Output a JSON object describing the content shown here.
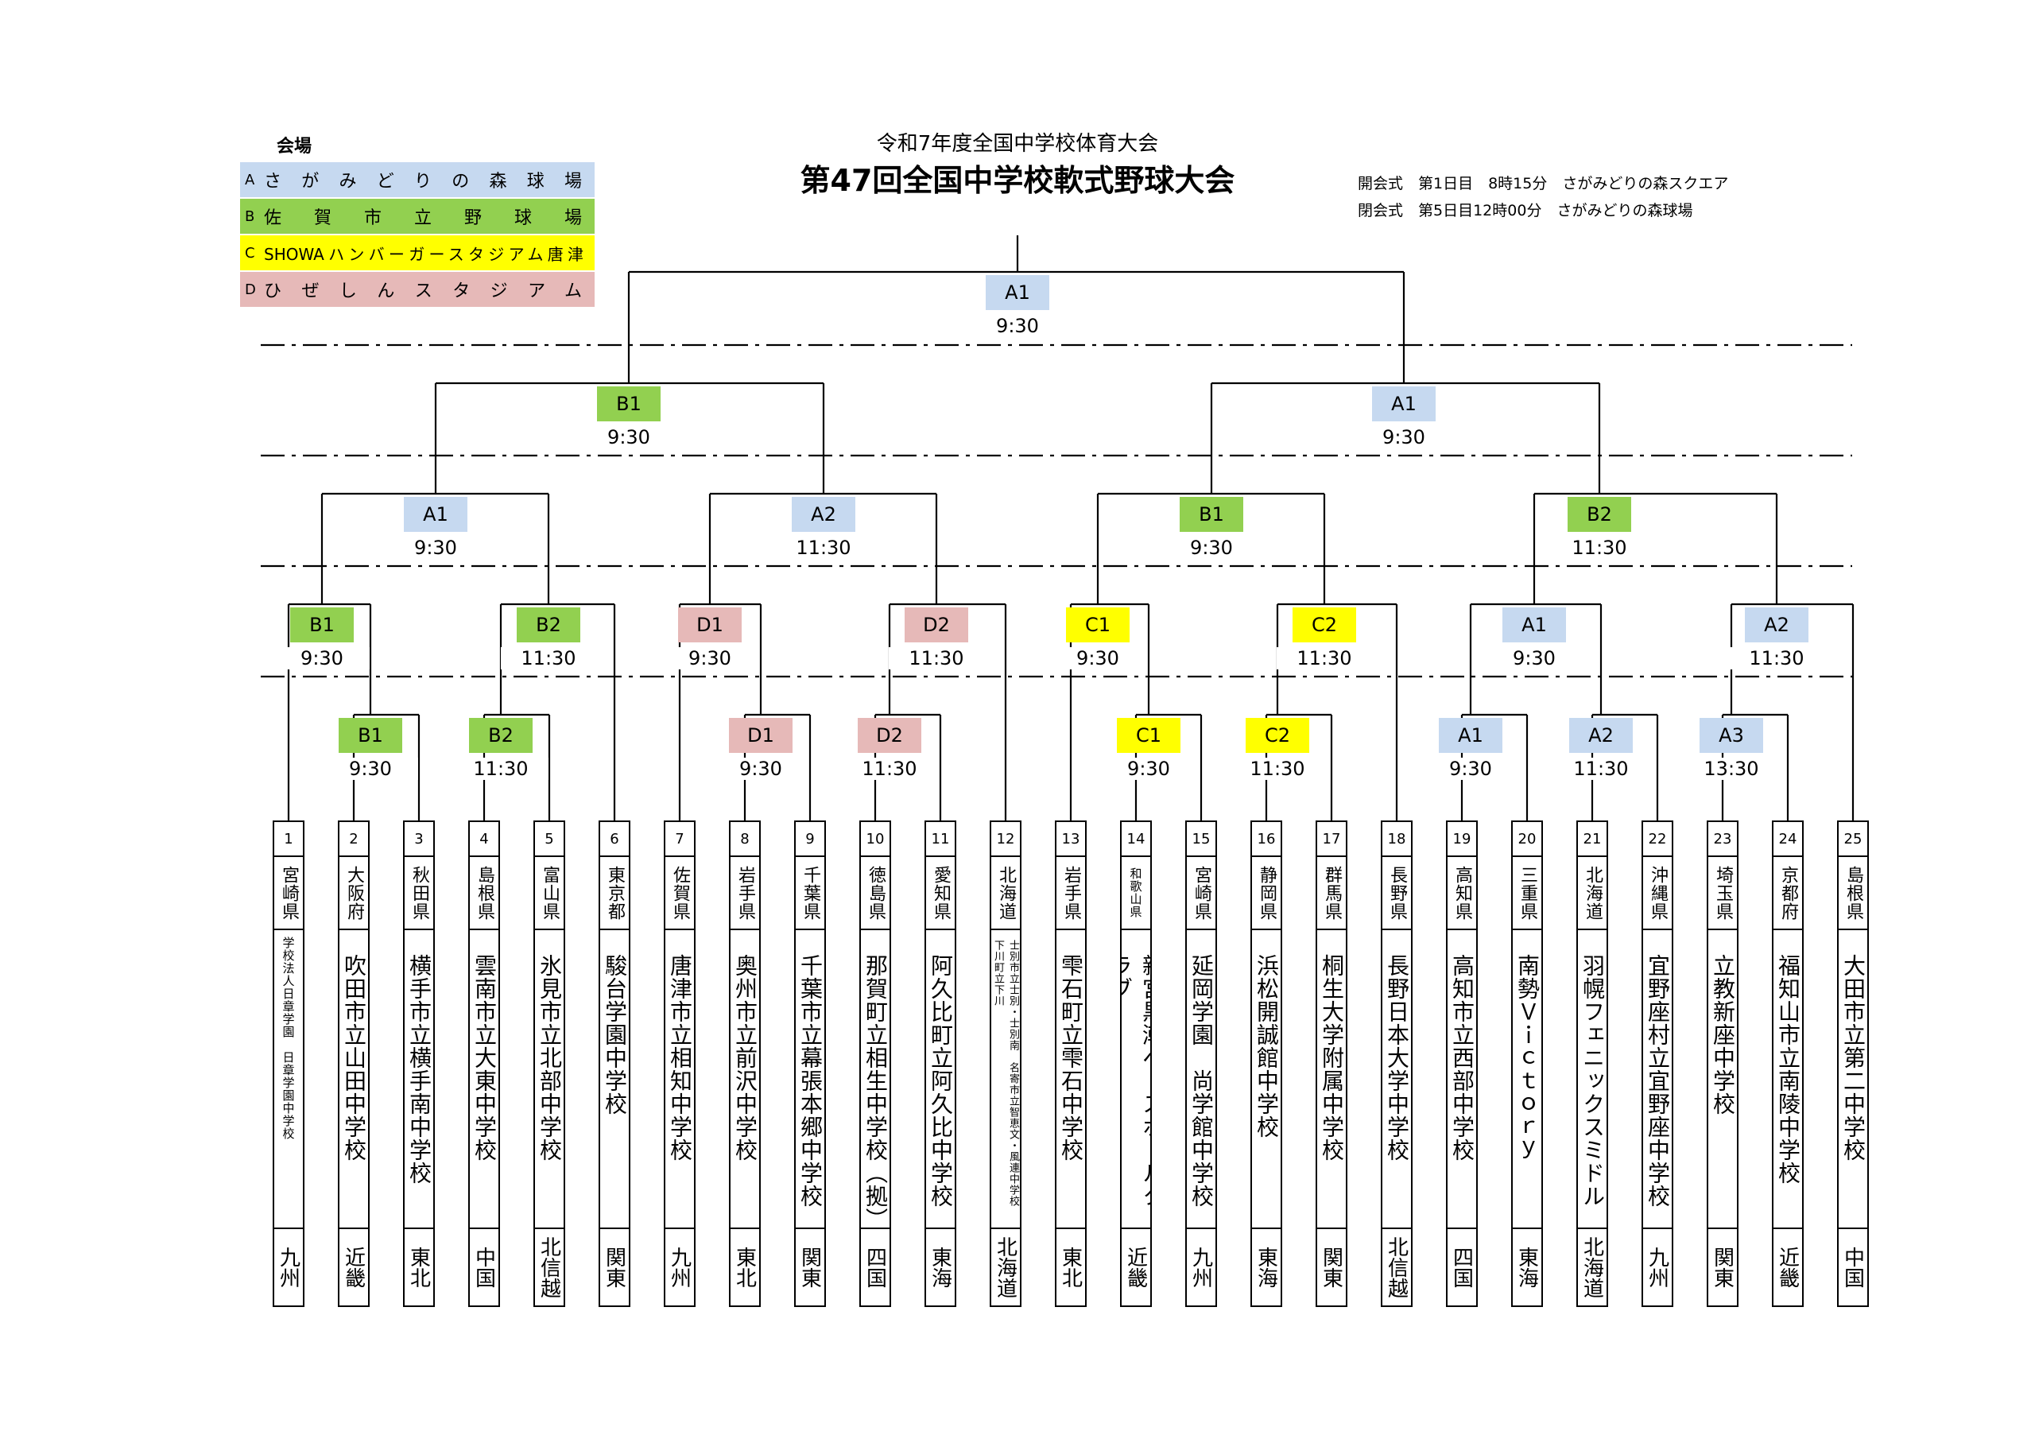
{
  "title": {
    "subtitle": "令和7年度全国中学校体育大会",
    "main": "第47回全国中学校軟式野球大会"
  },
  "info": [
    "開会式　第1日目　8時15分　さがみどりの森スクエア",
    "閉会式　第5日目12時00分　さがみどりの森球場"
  ],
  "legend": {
    "heading": "会場",
    "items": [
      {
        "letter": "A",
        "name": "さがみどりの森球場",
        "color": "#c6d9f0"
      },
      {
        "letter": "B",
        "name": "佐賀市立野球場",
        "color": "#92d050"
      },
      {
        "letter": "C",
        "name": "SHOWAハンバーガースタジアム唐津",
        "color": "#ffff00"
      },
      {
        "letter": "D",
        "name": "ひぜしんスタジアム",
        "color": "#e6b9b8"
      }
    ]
  },
  "games": [
    {
      "id": "final",
      "venue": "A1",
      "time": "9:30"
    },
    {
      "id": "sf1",
      "venue": "B1",
      "time": "9:30"
    },
    {
      "id": "sf2",
      "venue": "A1",
      "time": "9:30"
    },
    {
      "id": "qf1",
      "venue": "A1",
      "time": "9:30"
    },
    {
      "id": "qf2",
      "venue": "A2",
      "time": "11:30"
    },
    {
      "id": "qf3",
      "venue": "B1",
      "time": "9:30"
    },
    {
      "id": "qf4",
      "venue": "B2",
      "time": "11:30"
    },
    {
      "id": "r2_1",
      "venue": "B1",
      "time": "9:30"
    },
    {
      "id": "r2_2",
      "venue": "B2",
      "time": "11:30"
    },
    {
      "id": "r2_3",
      "venue": "D1",
      "time": "9:30"
    },
    {
      "id": "r2_4",
      "venue": "D2",
      "time": "11:30"
    },
    {
      "id": "r2_5",
      "venue": "C1",
      "time": "9:30"
    },
    {
      "id": "r2_6",
      "venue": "C2",
      "time": "11:30"
    },
    {
      "id": "r2_7",
      "venue": "A1",
      "time": "9:30"
    },
    {
      "id": "r2_8",
      "venue": "A2",
      "time": "11:30"
    },
    {
      "id": "r1_1",
      "venue": "B1",
      "time": "9:30"
    },
    {
      "id": "r1_2",
      "venue": "B2",
      "time": "11:30"
    },
    {
      "id": "r1_3",
      "venue": "D1",
      "time": "9:30"
    },
    {
      "id": "r1_4",
      "venue": "D2",
      "time": "11:30"
    },
    {
      "id": "r1_5",
      "venue": "C1",
      "time": "9:30"
    },
    {
      "id": "r1_6",
      "venue": "C2",
      "time": "11:30"
    },
    {
      "id": "r1_7",
      "venue": "A1",
      "time": "9:30"
    },
    {
      "id": "r1_8",
      "venue": "A2",
      "time": "11:30"
    },
    {
      "id": "r1_9",
      "venue": "A3",
      "time": "13:30"
    }
  ],
  "teams": [
    {
      "num": "1",
      "pref": "宮崎県",
      "school": "学校法人日章学園　日章学園中学校",
      "region": "九州"
    },
    {
      "num": "2",
      "pref": "大阪府",
      "school": "吹田市立山田中学校",
      "region": "近畿"
    },
    {
      "num": "3",
      "pref": "秋田県",
      "school": "横手市立横手南中学校",
      "region": "東北"
    },
    {
      "num": "4",
      "pref": "島根県",
      "school": "雲南市立大東中学校",
      "region": "中国"
    },
    {
      "num": "5",
      "pref": "富山県",
      "school": "氷見市立北部中学校",
      "region": "北信越"
    },
    {
      "num": "6",
      "pref": "東京都",
      "school": "駿台学園中学校",
      "region": "関東"
    },
    {
      "num": "7",
      "pref": "佐賀県",
      "school": "唐津市立相知中学校",
      "region": "九州"
    },
    {
      "num": "8",
      "pref": "岩手県",
      "school": "奥州市立前沢中学校",
      "region": "東北"
    },
    {
      "num": "9",
      "pref": "千葉県",
      "school": "千葉市立幕張本郷中学校",
      "region": "関東"
    },
    {
      "num": "10",
      "pref": "徳島県",
      "school": "那賀町立相生中学校（拠）",
      "region": "四国"
    },
    {
      "num": "11",
      "pref": "愛知県",
      "school": "阿久比町立阿久比中学校",
      "region": "東海"
    },
    {
      "num": "12",
      "pref": "北海道",
      "school": "士別市立士別・士別南　名寄市立智恵文・風連中学校　下川町立下川",
      "region": "北海道"
    },
    {
      "num": "13",
      "pref": "岩手県",
      "school": "雫石町立雫石中学校",
      "region": "東北"
    },
    {
      "num": "14",
      "pref": "和歌山県",
      "school": "新宮黒潮ベースボールクラブ",
      "region": "近畿"
    },
    {
      "num": "15",
      "pref": "宮崎県",
      "school": "延岡学園　尚学館中学校",
      "region": "九州"
    },
    {
      "num": "16",
      "pref": "静岡県",
      "school": "浜松開誠館中学校",
      "region": "東海"
    },
    {
      "num": "17",
      "pref": "群馬県",
      "school": "桐生大学附属中学校",
      "region": "関東"
    },
    {
      "num": "18",
      "pref": "長野県",
      "school": "長野日本大学中学校",
      "region": "北信越"
    },
    {
      "num": "19",
      "pref": "高知県",
      "school": "高知市立西部中学校",
      "region": "四国"
    },
    {
      "num": "20",
      "pref": "三重県",
      "school": "南勢Ｖｉｃｔｏｒｙ",
      "region": "東海"
    },
    {
      "num": "21",
      "pref": "北海道",
      "school": "羽幌フェニックスミドル",
      "region": "北海道"
    },
    {
      "num": "22",
      "pref": "沖縄県",
      "school": "宜野座村立宜野座中学校",
      "region": "九州"
    },
    {
      "num": "23",
      "pref": "埼玉県",
      "school": "立教新座中学校",
      "region": "関東"
    },
    {
      "num": "24",
      "pref": "京都府",
      "school": "福知山市立南陵中学校",
      "region": "近畿"
    },
    {
      "num": "25",
      "pref": "島根県",
      "school": "大田市立第二中学校",
      "region": "中国"
    }
  ]
}
